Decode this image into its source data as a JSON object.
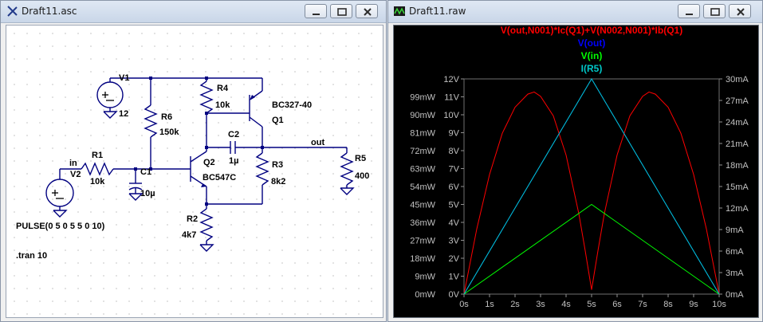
{
  "schematic_window": {
    "title": "Draft11.asc",
    "labels": {
      "v1": "V1",
      "v1_value": "12",
      "r4": "R4",
      "r4_value": "10k",
      "q1_model": "BC327-40",
      "q1": "Q1",
      "r6": "R6",
      "r6_value": "150k",
      "c2": "C2",
      "c2_value": "1µ",
      "out": "out",
      "r5": "R5",
      "r5_value": "400",
      "in": "in",
      "r1": "R1",
      "r1_value": "10k",
      "v2": "V2",
      "c1": "C1",
      "c1_value": "10µ",
      "q2": "Q2",
      "q2_model": "BC547C",
      "r3": "R3",
      "r3_value": "8k2",
      "r2": "R2",
      "r2_value": "4k7",
      "pulse": "PULSE(0 5 0 5 5 0 10)",
      "tran": ".tran 10"
    }
  },
  "waveform_window": {
    "title": "Draft11.raw"
  },
  "chart_data": {
    "type": "line",
    "traces": [
      {
        "name": "V(out,N001)*Ic(Q1)+V(N002,N001)*Ib(Q1)",
        "color": "#ff0000",
        "axis": "mW",
        "x": [
          0,
          0.5,
          1,
          1.5,
          2,
          2.5,
          2.75,
          3,
          3.5,
          4,
          4.5,
          4.75,
          5,
          5.25,
          5.5,
          6,
          6.5,
          7,
          7.25,
          7.5,
          8,
          8.5,
          9,
          9.5,
          10
        ],
        "y": [
          0,
          30,
          55,
          74,
          86,
          92,
          93,
          91,
          82,
          64,
          37,
          20,
          2,
          20,
          37,
          64,
          82,
          91,
          93,
          92,
          86,
          74,
          55,
          30,
          0
        ]
      },
      {
        "name": "V(out)",
        "color": "#0000ff",
        "axis": "V",
        "x": [
          0,
          5,
          10
        ],
        "y": [
          0,
          12,
          0
        ]
      },
      {
        "name": "V(in)",
        "color": "#00ff00",
        "axis": "V",
        "x": [
          0,
          5,
          10
        ],
        "y": [
          0,
          5,
          0
        ]
      },
      {
        "name": "I(R5)",
        "color": "#00c8c8",
        "axis": "mA",
        "x": [
          0,
          5,
          10
        ],
        "y": [
          0,
          30,
          0
        ]
      }
    ],
    "x_ticks": [
      "0s",
      "1s",
      "2s",
      "3s",
      "4s",
      "5s",
      "6s",
      "7s",
      "8s",
      "9s",
      "10s"
    ],
    "y_left_mw_ticks": [
      "0mW",
      "9mW",
      "18mW",
      "27mW",
      "36mW",
      "45mW",
      "54mW",
      "63mW",
      "72mW",
      "81mW",
      "90mW",
      "99mW"
    ],
    "y_left_v_ticks": [
      "0V",
      "1V",
      "2V",
      "3V",
      "4V",
      "5V",
      "6V",
      "7V",
      "8V",
      "9V",
      "10V",
      "11V",
      "12V"
    ],
    "y_right_ma_ticks": [
      "0mA",
      "3mA",
      "6mA",
      "9mA",
      "12mA",
      "15mA",
      "18mA",
      "21mA",
      "24mA",
      "27mA",
      "30mA"
    ],
    "xlim": [
      0,
      10
    ],
    "ylim_mw": [
      0,
      99
    ],
    "ylim_v": [
      0,
      12
    ],
    "ylim_ma": [
      0,
      30
    ]
  },
  "colors": {
    "grid": "#444444",
    "axis_text": "#c0c0c0"
  }
}
